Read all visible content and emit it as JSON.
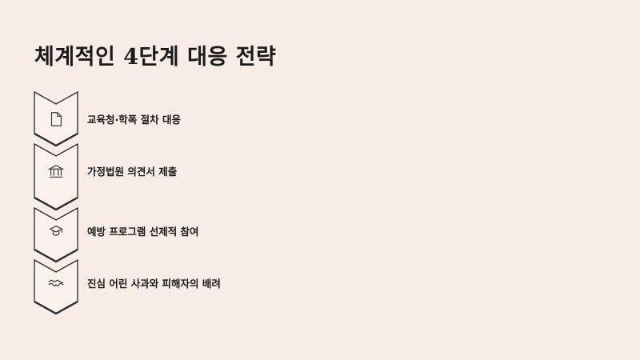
{
  "slide": {
    "title": "체계적인 4단계 대응 전략"
  },
  "steps": [
    {
      "label": "교육청·학폭 절차 대응",
      "icon": "document-icon"
    },
    {
      "label": "가정법원 의견서 제출",
      "icon": "courthouse-icon"
    },
    {
      "label": "예방 프로그램 선제적 참여",
      "icon": "graduation-cap-icon"
    },
    {
      "label": "진심 어린 사과와 피해자의 배려",
      "icon": "handshake-icon"
    }
  ],
  "colors": {
    "background": "#f8ece6",
    "text": "#1a1a1a",
    "outline": "#2a2a2a"
  }
}
